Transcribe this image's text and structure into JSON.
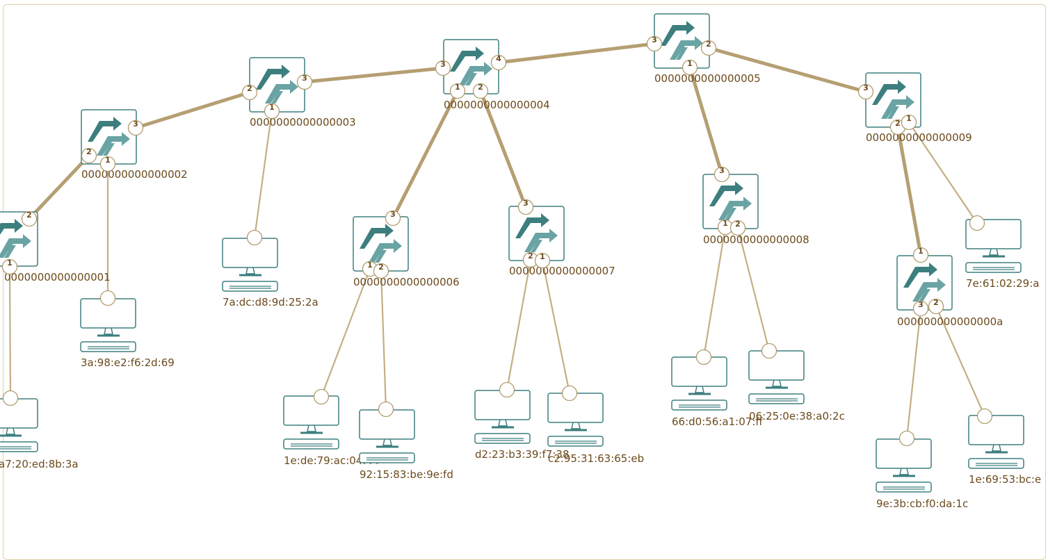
{
  "switches": [
    {
      "id": "s1",
      "label": "0000000000000001"
    },
    {
      "id": "s2",
      "label": "0000000000000002"
    },
    {
      "id": "s3",
      "label": "0000000000000003"
    },
    {
      "id": "s4",
      "label": "0000000000000004"
    },
    {
      "id": "s5",
      "label": "0000000000000005"
    },
    {
      "id": "s6",
      "label": "0000000000000006"
    },
    {
      "id": "s7",
      "label": "0000000000000007"
    },
    {
      "id": "s8",
      "label": "0000000000000008"
    },
    {
      "id": "s9",
      "label": "0000000000000009"
    },
    {
      "id": "s10",
      "label": "000000000000000a"
    }
  ],
  "hosts": [
    {
      "id": "h1",
      "label": "a7:20:ed:8b:3a"
    },
    {
      "id": "h2",
      "label": "3a:98:e2:f6:2d:69"
    },
    {
      "id": "h3",
      "label": "7a:dc:d8:9d:25:2a"
    },
    {
      "id": "h4",
      "label": "1e:de:79:ac:04:44"
    },
    {
      "id": "h5",
      "label": "92:15:83:be:9e:fd"
    },
    {
      "id": "h6",
      "label": "d2:23:b3:39:f7:38"
    },
    {
      "id": "h7",
      "label": "c2:95:31:63:65:eb"
    },
    {
      "id": "h8",
      "label": "66:d0:56:a1:07:ff"
    },
    {
      "id": "h9",
      "label": "06:25:0e:38:a0:2c"
    },
    {
      "id": "h10",
      "label": "7e:61:02:29:a"
    },
    {
      "id": "h11",
      "label": "9e:3b:cb:f0:da:1c"
    },
    {
      "id": "h12",
      "label": "1e:69:53:bc:e"
    }
  ],
  "switch_links": [
    {
      "from": "s1",
      "from_port": "2",
      "to": "s2",
      "to_port": "2"
    },
    {
      "from": "s2",
      "from_port": "3",
      "to": "s3",
      "to_port": "2"
    },
    {
      "from": "s3",
      "from_port": "3",
      "to": "s4",
      "to_port": "3"
    },
    {
      "from": "s4",
      "from_port": "4",
      "to": "s5",
      "to_port": "3"
    },
    {
      "from": "s5",
      "from_port": "2",
      "to": "s9",
      "to_port": "3"
    },
    {
      "from": "s4",
      "from_port": "1",
      "to": "s6",
      "to_port": "3"
    },
    {
      "from": "s4",
      "from_port": "2",
      "to": "s7",
      "to_port": "3"
    },
    {
      "from": "s5",
      "from_port": "1",
      "to": "s8",
      "to_port": "3"
    },
    {
      "from": "s9",
      "from_port": "2",
      "to": "s10",
      "to_port": "1"
    }
  ],
  "host_links": [
    {
      "switch": "s1",
      "port": "1",
      "host": "h1"
    },
    {
      "switch": "s2",
      "port": "1",
      "host": "h2"
    },
    {
      "switch": "s3",
      "port": "1",
      "host": "h3"
    },
    {
      "switch": "s6",
      "port": "1",
      "host": "h4"
    },
    {
      "switch": "s6",
      "port": "2",
      "host": "h5"
    },
    {
      "switch": "s7",
      "port": "2",
      "host": "h6"
    },
    {
      "switch": "s7",
      "port": "1",
      "host": "h7"
    },
    {
      "switch": "s8",
      "port": "1",
      "host": "h8"
    },
    {
      "switch": "s8",
      "port": "2",
      "host": "h9"
    },
    {
      "switch": "s9",
      "port": "1",
      "host": "h10"
    },
    {
      "switch": "s10",
      "port": "3",
      "host": "h11"
    },
    {
      "switch": "s10",
      "port": "2",
      "host": "h12"
    }
  ],
  "colors": {
    "switch_link": "#b59f72",
    "host_link": "#c4ae84",
    "icon_teal": "#3d7e7e",
    "icon_teal_light": "#6aa3a3",
    "label": "#6b4a1c",
    "border": "#e2cfa5"
  }
}
